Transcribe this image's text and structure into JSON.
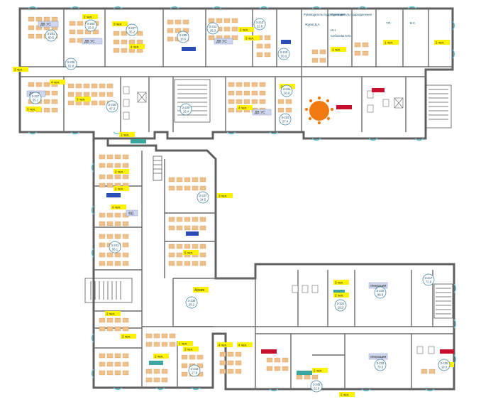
{
  "labels": {
    "seats_2": "2 чел.",
    "seats_3": "3 чел.",
    "seats_4": "4 чел.",
    "seats_5": "5 чел.",
    "seats_6": "6 чел.",
    "seats_1": "1 чел.",
    "archive": "Архив",
    "operating_a": "операция",
    "operating_b": "операция",
    "dvr": "ДВ УС",
    "fd": "ФД",
    "head_1": "Руководитель подразделения",
    "head_2": "Руководитель подразделения",
    "name_1": "Жуков Д.А.",
    "name_2": "Соболева М.В.",
    "name_3": "И.Н.",
    "name_4": "Т.П.",
    "name_5": "В.С."
  },
  "rooms": [
    {
      "code": "3-201",
      "area": "60.5"
    },
    {
      "code": "3-203",
      "area": "23.3"
    },
    {
      "code": "3-205",
      "area": "52.8"
    },
    {
      "code": "3-207",
      "area": "35.2"
    },
    {
      "code": "3-209",
      "area": "18.6"
    },
    {
      "code": "3-211",
      "area": "26.3"
    },
    {
      "code": "3-213",
      "area": "22.6"
    },
    {
      "code": "3-215",
      "area": "30.3"
    },
    {
      "code": "3-217",
      "area": "72.9"
    },
    {
      "code": "3-219",
      "area": "98.8"
    },
    {
      "code": "3-221",
      "area": "19.3"
    },
    {
      "code": "3-223",
      "area": "27.4"
    },
    {
      "code": "3-225",
      "area": "47.3"
    },
    {
      "code": "3-227",
      "area": "55.1"
    },
    {
      "code": "3-229",
      "area": "16.4"
    },
    {
      "code": "3-231",
      "area": "18.9"
    },
    {
      "code": "3-233",
      "area": "79.3"
    },
    {
      "code": "3-235",
      "area": "18.3"
    },
    {
      "code": "3-237",
      "area": "14.5"
    },
    {
      "code": "3-239",
      "area": "28.2"
    },
    {
      "code": "3-241",
      "area": "56.1"
    },
    {
      "code": "3-243",
      "area": "17.8"
    },
    {
      "code": "3-245",
      "area": "21.6"
    }
  ],
  "colors": {
    "wall": "#5f5f5f",
    "window": "#5bc4d8",
    "furniture": "#f0c089",
    "seat_tag": "#fff200",
    "room_tag": "#cfd8f0",
    "meeting_table": "#f07a10",
    "red_tag": "#c8102e",
    "blue_tag": "#2b4db8",
    "teal_tag": "#3aa6a0"
  }
}
